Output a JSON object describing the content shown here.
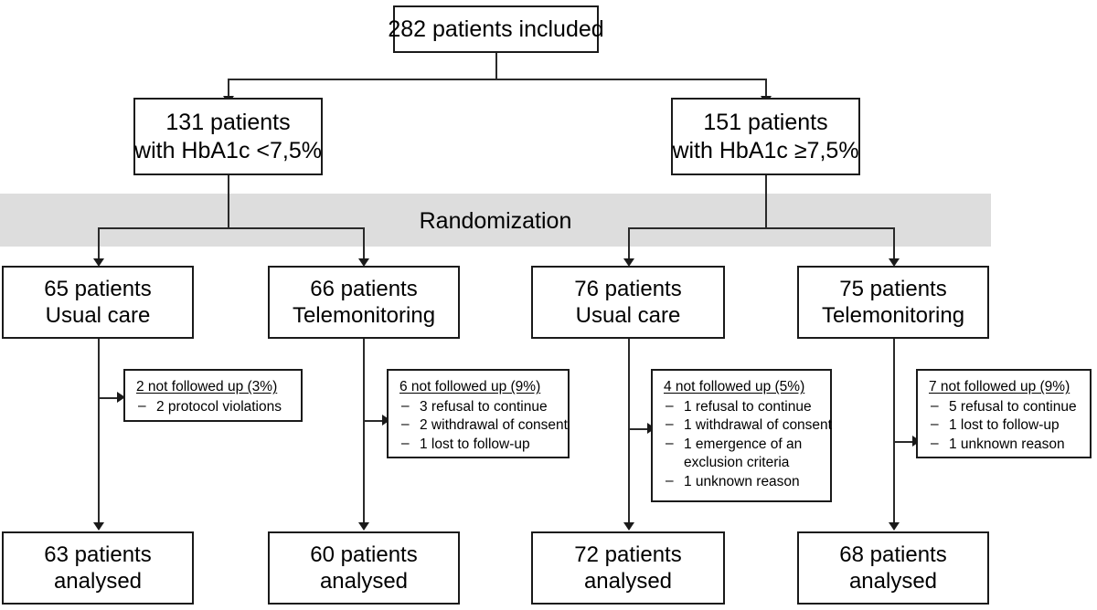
{
  "chart_data": {
    "type": "diagram",
    "title": "CONSORT patient flow diagram",
    "nodes": [
      {
        "id": "enrolled",
        "label": "282 patients included",
        "count": 282
      },
      {
        "id": "strata-low",
        "label": "131 patients with HbA1c <7,5%",
        "count": 131
      },
      {
        "id": "strata-high",
        "label": "151 patients with HbA1c ≥7,5%",
        "count": 151
      },
      {
        "id": "arm-1",
        "label": "65 patients Usual care",
        "count": 65
      },
      {
        "id": "arm-2",
        "label": "66 patients Telemonitoring",
        "count": 66
      },
      {
        "id": "arm-3",
        "label": "76 patients Usual care",
        "count": 76
      },
      {
        "id": "arm-4",
        "label": "75 patients Telemonitoring",
        "count": 75
      },
      {
        "id": "analysed-1",
        "label": "63 patients analysed",
        "count": 63
      },
      {
        "id": "analysed-2",
        "label": "60 patients analysed",
        "count": 60
      },
      {
        "id": "analysed-3",
        "label": "72 patients analysed",
        "count": 72
      },
      {
        "id": "analysed-4",
        "label": "68 patients analysed",
        "count": 68
      }
    ]
  },
  "enrollment": {
    "line1": "282 patients included"
  },
  "strata": [
    {
      "line1": "131 patients",
      "line2": "with HbA1c <7,5%"
    },
    {
      "line1": "151 patients",
      "line2": "with HbA1c ≥7,5%"
    }
  ],
  "randomization": {
    "label": "Randomization"
  },
  "arms": [
    {
      "line1": "65 patients",
      "line2": "Usual care"
    },
    {
      "line1": "66 patients",
      "line2": "Telemonitoring"
    },
    {
      "line1": "76 patients",
      "line2": "Usual care"
    },
    {
      "line1": "75 patients",
      "line2": "Telemonitoring"
    }
  ],
  "dropouts": [
    {
      "head": "2 not followed up (3%)",
      "items": [
        {
          "text": "2 protocol violations"
        }
      ]
    },
    {
      "head": "6 not followed up (9%)",
      "items": [
        {
          "text": "3 refusal to continue"
        },
        {
          "text": "2 withdrawal of consent"
        },
        {
          "text": "1 lost to follow-up"
        }
      ]
    },
    {
      "head": "4 not followed up (5%)",
      "items": [
        {
          "text": "1 refusal to continue"
        },
        {
          "text": "1 withdrawal of consent"
        },
        {
          "text": "1 emergence of an",
          "cont": "exclusion criteria"
        },
        {
          "text": "1 unknown reason"
        }
      ]
    },
    {
      "head": "7 not followed up (9%)",
      "items": [
        {
          "text": "5 refusal to continue"
        },
        {
          "text": "1 lost to follow-up"
        },
        {
          "text": "1 unknown reason"
        }
      ]
    }
  ],
  "analysed": [
    {
      "line1": "63 patients",
      "line2": "analysed"
    },
    {
      "line1": "60 patients",
      "line2": "analysed"
    },
    {
      "line1": "72 patients",
      "line2": "analysed"
    },
    {
      "line1": "68 patients",
      "line2": "analysed"
    }
  ],
  "bullet": {
    "dash": "–"
  },
  "colors": {
    "band": "#dddddd",
    "border": "#1a1a1a",
    "text": "#000000",
    "background": "#ffffff"
  }
}
